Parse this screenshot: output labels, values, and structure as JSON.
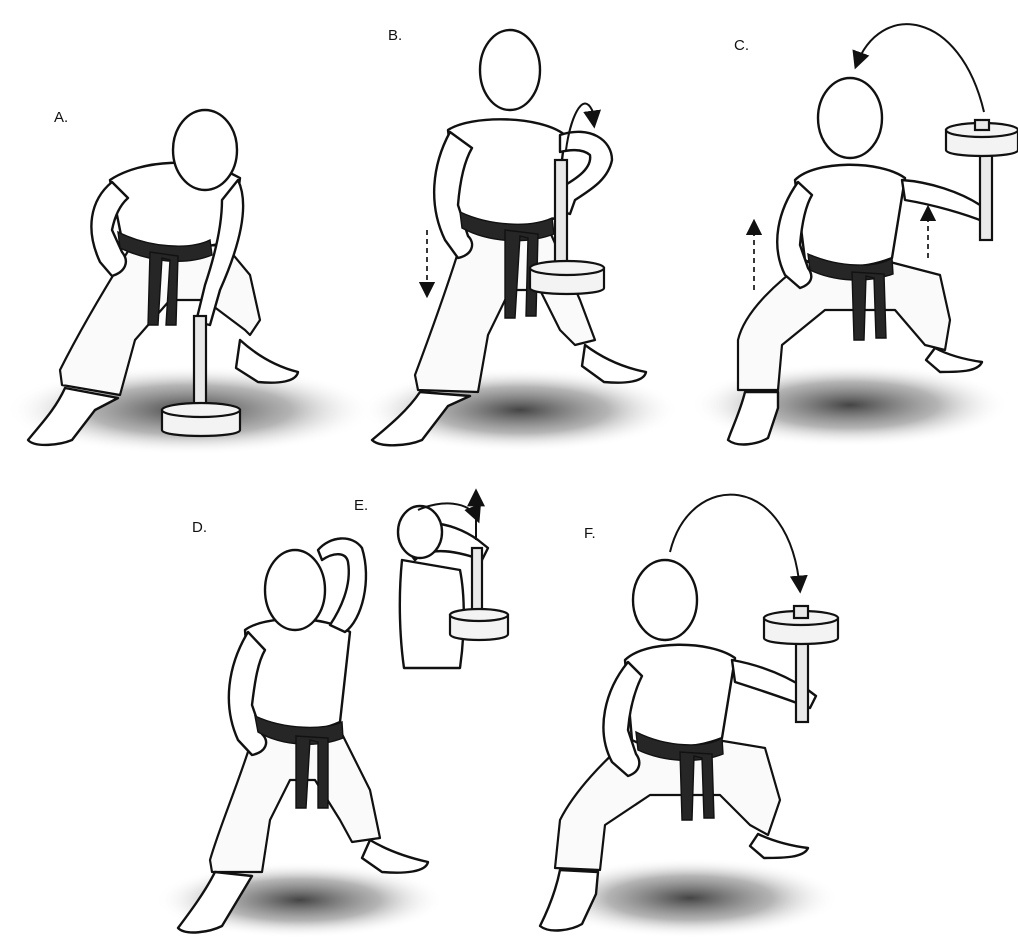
{
  "panels": [
    {
      "id": "A",
      "label": "A."
    },
    {
      "id": "B",
      "label": "B."
    },
    {
      "id": "C",
      "label": "C."
    },
    {
      "id": "D",
      "label": "D."
    },
    {
      "id": "E",
      "label": "E."
    },
    {
      "id": "F",
      "label": "F."
    }
  ],
  "colors": {
    "ink": "#111111",
    "belt": "#262626",
    "shadow": "#3a3a3a",
    "background": "#ffffff"
  }
}
